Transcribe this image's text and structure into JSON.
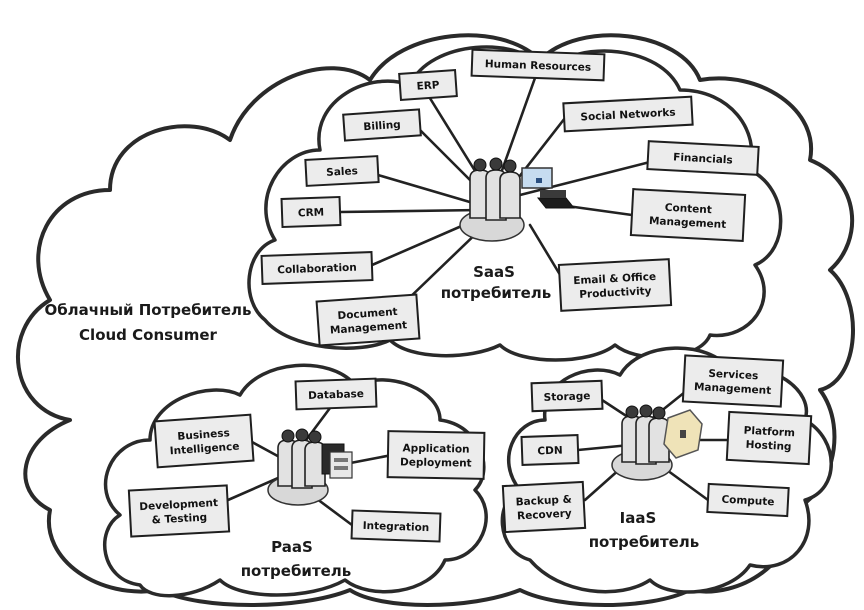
{
  "title": {
    "line1": "Облачный Потребитель",
    "line2": "Cloud Consumer"
  },
  "saas": {
    "label_line1": "SaaS",
    "label_line2": "потребитель",
    "boxes": [
      {
        "key": "erp",
        "lines": [
          "ERP"
        ]
      },
      {
        "key": "human-resources",
        "lines": [
          "Human Resources"
        ]
      },
      {
        "key": "social-networks",
        "lines": [
          "Social Networks"
        ]
      },
      {
        "key": "billing",
        "lines": [
          "Billing"
        ]
      },
      {
        "key": "financials",
        "lines": [
          "Financials"
        ]
      },
      {
        "key": "sales",
        "lines": [
          "Sales"
        ]
      },
      {
        "key": "crm",
        "lines": [
          "CRM"
        ]
      },
      {
        "key": "content-management",
        "lines": [
          "Content",
          "Management"
        ]
      },
      {
        "key": "collaboration",
        "lines": [
          "Collaboration"
        ]
      },
      {
        "key": "email-office-productivity",
        "lines": [
          "Email & Office",
          "Productivity"
        ]
      },
      {
        "key": "document-management",
        "lines": [
          "Document",
          "Management"
        ]
      }
    ]
  },
  "paas": {
    "label_line1": "PaaS",
    "label_line2": "потребитель",
    "boxes": [
      {
        "key": "database",
        "lines": [
          "Database"
        ]
      },
      {
        "key": "business-intelligence",
        "lines": [
          "Business",
          "Intelligence"
        ]
      },
      {
        "key": "application-deployment",
        "lines": [
          "Application",
          "Deployment"
        ]
      },
      {
        "key": "development-testing",
        "lines": [
          "Development",
          "& Testing"
        ]
      },
      {
        "key": "integration",
        "lines": [
          "Integration"
        ]
      }
    ]
  },
  "iaas": {
    "label_line1": "IaaS",
    "label_line2": "потребитель",
    "boxes": [
      {
        "key": "services-management",
        "lines": [
          "Services",
          "Management"
        ]
      },
      {
        "key": "storage",
        "lines": [
          "Storage"
        ]
      },
      {
        "key": "platform-hosting",
        "lines": [
          "Platform",
          "Hosting"
        ]
      },
      {
        "key": "cdn",
        "lines": [
          "CDN"
        ]
      },
      {
        "key": "backup-recovery",
        "lines": [
          "Backup &",
          "Recovery"
        ]
      },
      {
        "key": "compute",
        "lines": [
          "Compute"
        ]
      }
    ]
  },
  "icons": [
    "user-group-icon",
    "computer-monitor-icon",
    "laptop-icon",
    "server-icon",
    "safe-icon"
  ]
}
